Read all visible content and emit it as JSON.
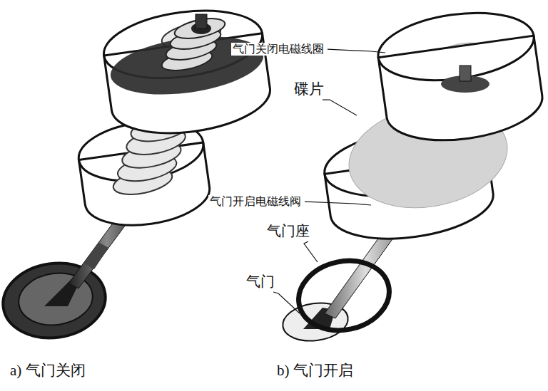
{
  "diagram": {
    "labels": [
      "气门关闭电磁线圈",
      "碟片",
      "气门开启电磁线阀",
      "气门座",
      "气门",
      "a) 气门关闭",
      "b) 气门开启"
    ]
  }
}
